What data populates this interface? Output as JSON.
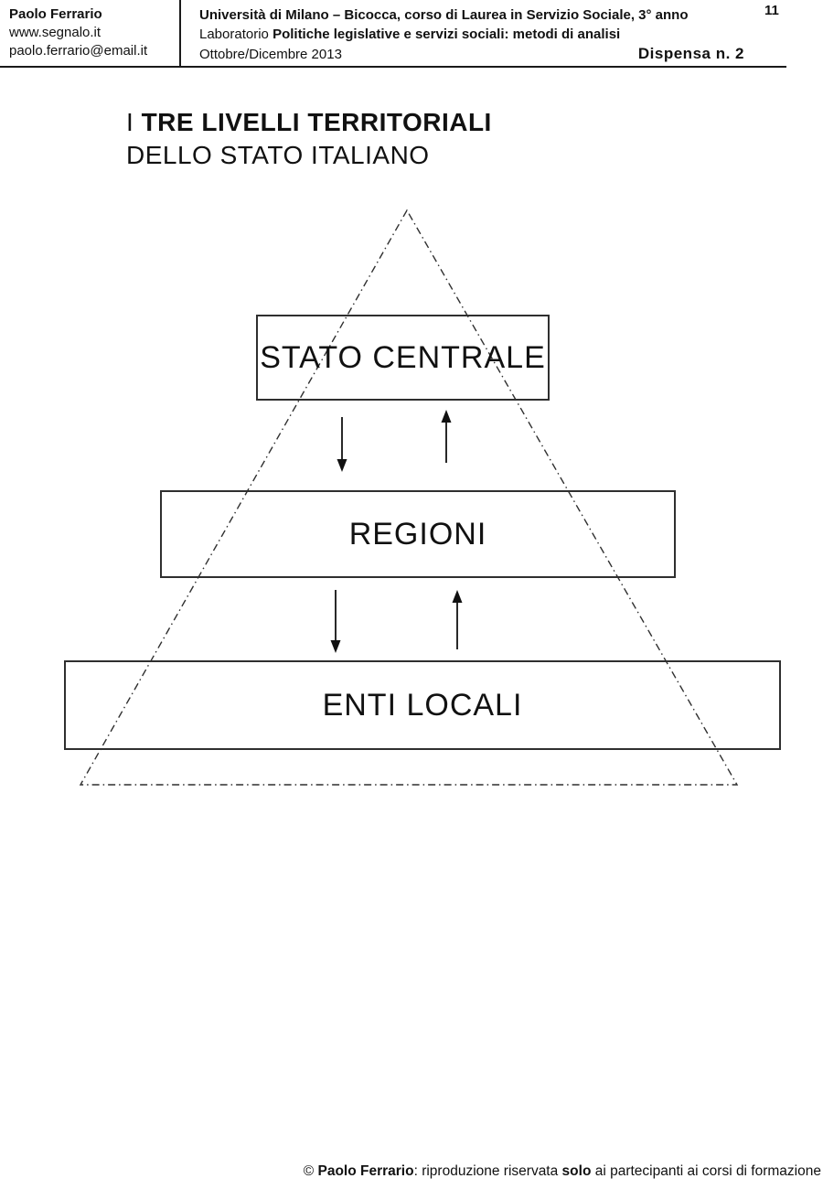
{
  "page": {
    "number": "11"
  },
  "header": {
    "author": {
      "name": "Paolo Ferrario",
      "website": "www.segnalo.it",
      "email": "paolo.ferrario@email.it"
    },
    "course": {
      "line1": "Università di Milano – Bicocca, corso di  Laurea in Servizio Sociale, 3° anno",
      "line2_regular": "Laboratorio ",
      "line2_bold": "Politiche legislative e servizi sociali: metodi di analisi",
      "line3": "Ottobre/Dicembre 2013",
      "dispensa_label": "Dispensa n. 2"
    }
  },
  "title": {
    "line1_regular": "I ",
    "line1_bold": "TRE LIVELLI TERRITORIALI",
    "line2": "DELLO STATO ITALIANO"
  },
  "diagram": {
    "type": "pyramid-hierarchy",
    "levels": [
      {
        "label": "STATO CENTRALE"
      },
      {
        "label": "REGIONI"
      },
      {
        "label": "ENTI LOCALI"
      }
    ],
    "relations": "bidirectional vertical arrows between adjacent levels inside a dash-dot triangle"
  },
  "footer": {
    "prefix": "© ",
    "author_bold": "Paolo Ferrario",
    "middle": ": riproduzione riservata ",
    "emphasis_bold": "solo",
    "suffix": " ai partecipanti ai corsi di formazione"
  },
  "colors": {
    "background": "#ffffff",
    "text": "#111111",
    "line": "#2f2f2f"
  }
}
